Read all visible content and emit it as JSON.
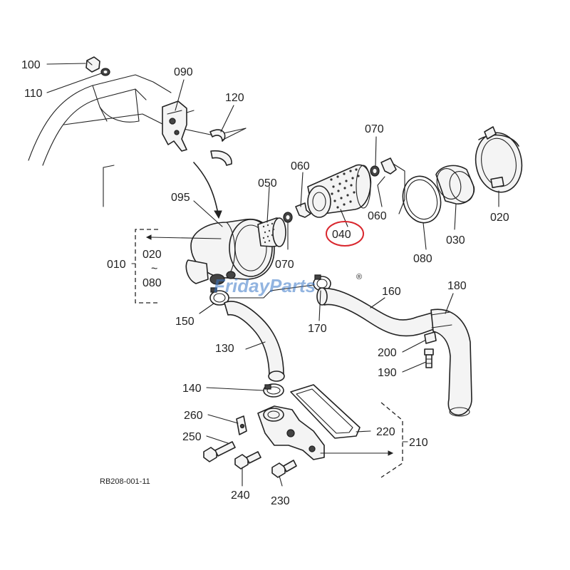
{
  "diagram": {
    "drawing_code": "RB208-001-11",
    "watermark": "FridayParts",
    "watermark_mark": "®",
    "highlight_color": "#d9272e",
    "watermark_color": "#3a78c8",
    "labels": {
      "p100": "100",
      "p110": "110",
      "p090": "090",
      "p120": "120",
      "p070a": "070",
      "p060a": "060",
      "p050": "050",
      "p095": "095",
      "p060b": "060",
      "p040": "040",
      "p070b": "070",
      "p080a": "080",
      "p030": "030",
      "p020a": "020",
      "p010": "010",
      "p020b": "020",
      "tilde": "~",
      "p080b": "080",
      "p150": "150",
      "p170": "170",
      "p160": "160",
      "p180": "180",
      "p130": "130",
      "p200": "200",
      "p190": "190",
      "p140": "140",
      "p260": "260",
      "p250": "250",
      "p220": "220",
      "p210": "210",
      "p240": "240",
      "p230": "230"
    }
  }
}
